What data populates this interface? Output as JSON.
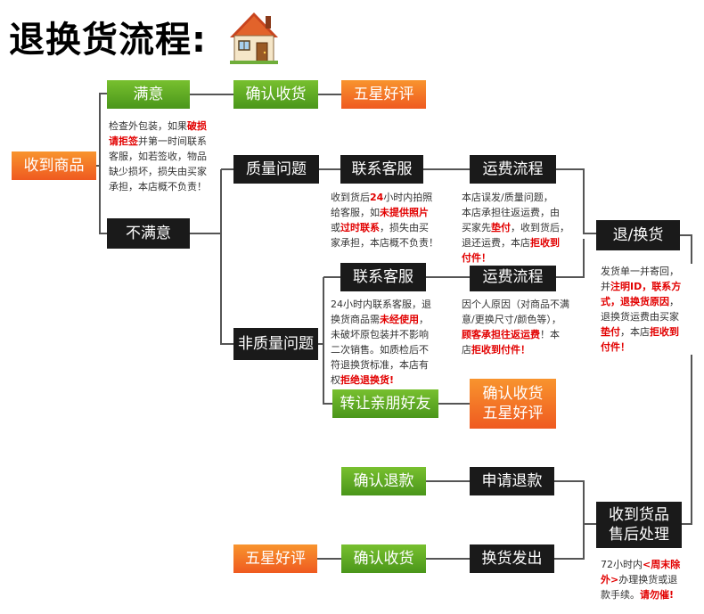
{
  "title": "退换货流程:",
  "nodes": {
    "received": "收到商品",
    "satisfied": "满意",
    "confirm_receipt_1": "确认收货",
    "five_star_1": "五星好评",
    "dissatisfied": "不满意",
    "quality_issue": "质量问题",
    "contact_cs_1": "联系客服",
    "shipping_flow_1": "运费流程",
    "return_exchange": "退/换货",
    "non_quality_issue": "非质量问题",
    "contact_cs_2": "联系客服",
    "shipping_flow_2": "运费流程",
    "transfer_friend": "转让亲朋好友",
    "confirm_five_line1": "确认收货",
    "confirm_five_line2": "五星好评",
    "confirm_refund": "确认退款",
    "apply_refund": "申请退款",
    "after_sale_line1": "收到货品",
    "after_sale_line2": "售后处理",
    "five_star_2": "五星好评",
    "confirm_receipt_2": "确认收货",
    "ship_exchange": "换货发出"
  },
  "notes": {
    "n1": [
      "检查外包装，如果",
      "破损",
      "请拒签",
      "并第一时间联系",
      "客服，如若签收，物品",
      "缺少损坏，损失由买家",
      "承担，本店概不负责！"
    ],
    "n2": [
      "收到货后",
      "24",
      "小时内拍照",
      "给客服，如",
      "未提供照片",
      "或",
      "过时联系",
      "，损失由买",
      "家承担，本店概不负责！"
    ],
    "n3": [
      "本店误发/质量问题，",
      "本店承担往返运费，由",
      "买家先",
      "垫付",
      "，收到货后，",
      "退还运费，本店",
      "拒收到",
      "付件！"
    ],
    "n4": [
      "发货单一并寄回，",
      "并",
      "注明ID，联系方",
      "式，退换货原因",
      "，",
      "退换货运费由买家",
      "垫付",
      "，本店",
      "拒收到",
      "付件！"
    ],
    "n5": [
      "24小时内联系客服，退",
      "换货商品需",
      "未经使用",
      "，",
      "未破坏原包装并不影响",
      "二次销售。如质检后不",
      "符退换货标准，本店有",
      "权",
      "拒绝退换货!"
    ],
    "n6": [
      "因个人原因（对商品不满",
      "意/更换尺寸/颜色等），",
      "顾客承担往返运费",
      "！本",
      "店",
      "拒收到付件！"
    ],
    "n7": [
      "72小时内",
      "<周末除",
      "外>",
      "办理换货或退",
      "款手续。",
      "请勿催!"
    ]
  },
  "colors": {
    "orange": "#f3772a",
    "green": "#5aa51e",
    "black": "#1a1a1a",
    "highlight_red": "#e20000",
    "line": "#555555"
  },
  "icons": {
    "house": "house-icon"
  }
}
